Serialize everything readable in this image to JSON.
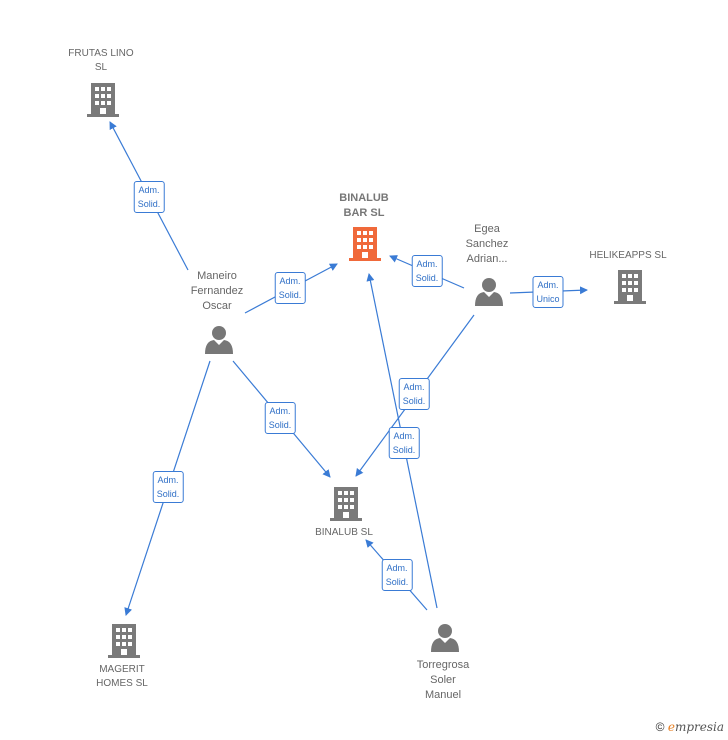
{
  "colors": {
    "edge": "#3a7bd5",
    "company": "#7a7a7a",
    "focus_company": "#f0693a",
    "person": "#777777"
  },
  "nodes": {
    "frutas_lino": {
      "type": "company",
      "lines": [
        "FRUTAS LINO",
        "SL"
      ]
    },
    "binalub_bar": {
      "type": "focus-company",
      "lines": [
        "BINALUB",
        "BAR  SL"
      ]
    },
    "helikeapps": {
      "type": "company",
      "lines": [
        "HELIKEAPPS SL"
      ]
    },
    "binalub": {
      "type": "company",
      "lines": [
        "BINALUB  SL"
      ]
    },
    "magerit": {
      "type": "company",
      "lines": [
        "MAGERIT",
        "HOMES  SL"
      ]
    },
    "maneiro": {
      "type": "person",
      "lines": [
        "Maneiro",
        "Fernandez",
        "Oscar"
      ]
    },
    "egea": {
      "type": "person",
      "lines": [
        "Egea",
        "Sanchez",
        "Adrian..."
      ]
    },
    "torregrosa": {
      "type": "person",
      "lines": [
        "Torregrosa",
        "Soler",
        "Manuel"
      ]
    }
  },
  "relations": [
    {
      "id": "maneiro-frutas",
      "lines": [
        "Adm.",
        "Solid."
      ]
    },
    {
      "id": "maneiro-binalubbar",
      "lines": [
        "Adm.",
        "Solid."
      ]
    },
    {
      "id": "egea-binalubbar",
      "lines": [
        "Adm.",
        "Solid."
      ]
    },
    {
      "id": "egea-helikeapps",
      "lines": [
        "Adm.",
        "Unico"
      ]
    },
    {
      "id": "egea-binalub",
      "lines": [
        "Adm.",
        "Solid."
      ]
    },
    {
      "id": "torregrosa-binalubbar",
      "lines": [
        "Adm.",
        "Solid."
      ]
    },
    {
      "id": "maneiro-binalub",
      "lines": [
        "Adm.",
        "Solid."
      ]
    },
    {
      "id": "maneiro-magerit",
      "lines": [
        "Adm.",
        "Solid."
      ]
    },
    {
      "id": "torregrosa-binalub",
      "lines": [
        "Adm.",
        "Solid."
      ]
    }
  ],
  "footer": {
    "copyright": "©",
    "brand_first": "e",
    "brand_rest": "mpresia"
  }
}
